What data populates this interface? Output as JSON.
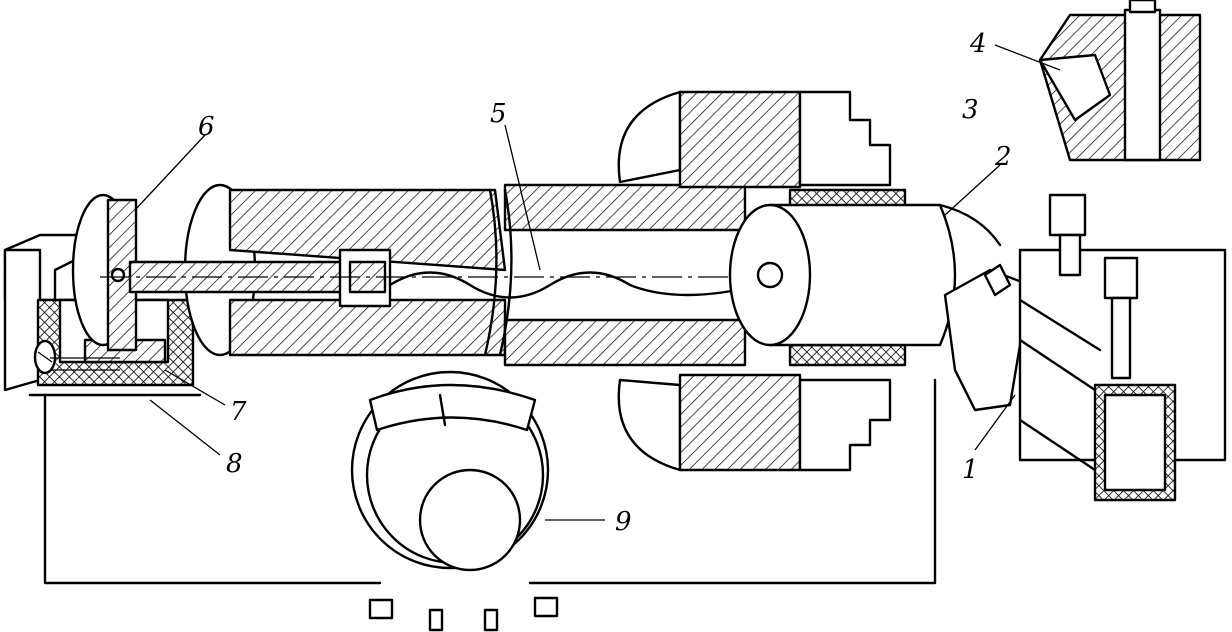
{
  "diagram": {
    "labels": {
      "tool": "1",
      "workpiece": "2",
      "chuck": "3",
      "tool_inset": "4",
      "wire": "5",
      "handle": "6",
      "bracket": "7",
      "insulation": "8",
      "meter": "9"
    },
    "colors": {
      "ink": "#000000",
      "background": "#ffffff"
    }
  }
}
